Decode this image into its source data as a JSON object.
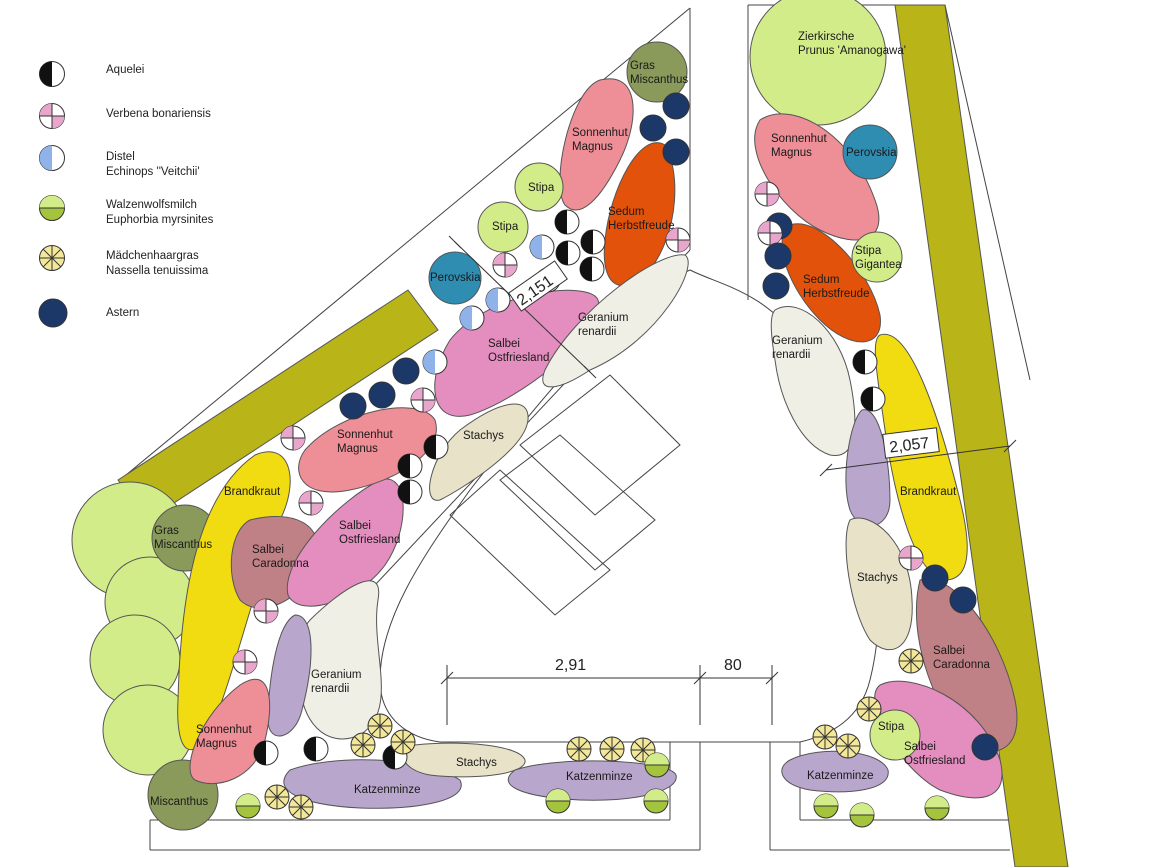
{
  "legend": {
    "aquilegia": "Aquelei",
    "verbena": "Verbena bonariensis",
    "distel_1": "Distel",
    "distel_2": "Echinops ''Veitchii'",
    "euphorbia_1": "Walzenwolfsmilch",
    "euphorbia_2": "Euphorbia myrsinites",
    "nassella_1": "Mädchenhaargras",
    "nassella_2": "Nassella tenuissima",
    "astern": "Astern"
  },
  "labels": {
    "gras_miscanthus": [
      "Gras",
      "Miscanthus"
    ],
    "sonnenhut": [
      "Sonnenhut",
      "Magnus"
    ],
    "stipa": "Stipa",
    "sedum": [
      "Sedum",
      "Herbstfreude"
    ],
    "perovskia": "Perovskia",
    "geranium": [
      "Geranium",
      "renardii"
    ],
    "salbei_ostfriesland": [
      "Salbei",
      "Ostfriesland"
    ],
    "stachys": "Stachys",
    "brandkraut": "Brandkraut",
    "salbei_caradonna": [
      "Salbei",
      "Caradonna"
    ],
    "miscanthus": "Miscanthus",
    "katzenminze": "Katzenminze",
    "zierkirsche": [
      "Zierkirsche",
      "Prunus 'Amanogawa'"
    ],
    "stipa_gigantea": [
      "Stipa",
      "Gigantea"
    ]
  },
  "dimensions": {
    "d1": "2,151",
    "d2": "2,057",
    "d3": "2,91",
    "d4": "80"
  },
  "colors": {
    "aquilegia": "#111111",
    "verbena": "#e9a6cd",
    "distel": "#8fb3e8",
    "euphorbia": "#a3c43c",
    "nassella": "#f3e79a",
    "astern": "#1b3868",
    "miscanthus": "#8a9a5a",
    "light_green": "#d3ec8a",
    "sonnenhut": "#ee8e96",
    "sedum": "#e2520a",
    "perovskia": "#2f8db2",
    "geranium": "#efefe6",
    "salbei_ostfriesland": "#e48ec0",
    "stachys": "#e7e2c8",
    "brandkraut": "#f1dc12",
    "salbei_caradonna": "#c08186",
    "lavender": "#b9a6cc",
    "hedge": "#b9b418"
  }
}
